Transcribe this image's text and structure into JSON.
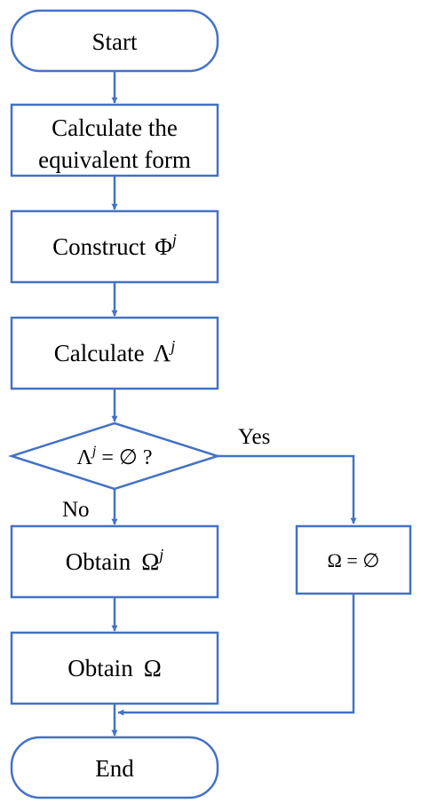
{
  "nodes": {
    "start": "Start",
    "calc_equiv_line1": "Calculate the",
    "calc_equiv_line2": "equivalent form",
    "construct_text": "Construct",
    "construct_symbol": "Φ",
    "construct_sup": "j",
    "calc_lambda_text": "Calculate",
    "calc_lambda_symbol": "Λ",
    "calc_lambda_sup": "j",
    "decision_symbol": "Λ",
    "decision_sup": "j",
    "decision_rest": " = ∅ ?",
    "obtain_omega_j_text": "Obtain",
    "obtain_omega_j_symbol": "Ω",
    "obtain_omega_j_sup": "j",
    "omega_empty": "Ω = ∅",
    "obtain_omega_text": "Obtain",
    "obtain_omega_symbol": "Ω",
    "end": "End"
  },
  "edges": {
    "yes_label": "Yes",
    "no_label": "No"
  },
  "colors": {
    "border": "#4472c4",
    "arrow": "#4472c4",
    "text": "#000000",
    "background": "#ffffff"
  }
}
